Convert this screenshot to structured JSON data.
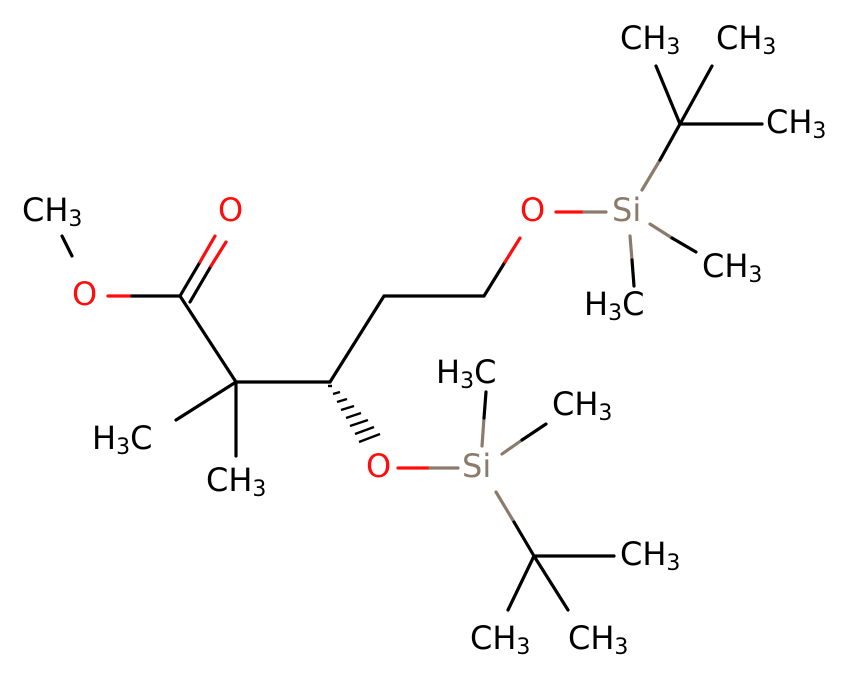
{
  "atoms": {
    "methoxy_ch3": {
      "main": "CH",
      "sub": "3"
    },
    "methoxy_o": {
      "text": "O"
    },
    "carbonyl_o": {
      "text": "O"
    },
    "ether_o_top": {
      "text": "O"
    },
    "si_top": {
      "text": "Si"
    },
    "ether_o_bottom": {
      "text": "O"
    },
    "si_bottom": {
      "text": "Si"
    },
    "tbu_top_me1": {
      "main": "CH",
      "sub": "3"
    },
    "tbu_top_me2": {
      "main": "CH",
      "sub": "3"
    },
    "tbu_top_me3": {
      "main": "CH",
      "sub": "3"
    },
    "si_top_me1": {
      "main": "CH",
      "sub": "3"
    },
    "si_top_me2": {
      "pre": "H",
      "sub": "3",
      "main": "C"
    },
    "gem_me1": {
      "pre": "H",
      "sub": "3",
      "main": "C"
    },
    "gem_me2": {
      "main": "CH",
      "sub": "3"
    },
    "si_bot_me1": {
      "pre": "H",
      "sub": "3",
      "main": "C"
    },
    "si_bot_me2": {
      "main": "CH",
      "sub": "3"
    },
    "tbu_bot_me1": {
      "main": "CH",
      "sub": "3"
    },
    "tbu_bot_me2": {
      "main": "CH",
      "sub": "3"
    },
    "tbu_bot_me3": {
      "main": "CH",
      "sub": "3"
    }
  },
  "colors": {
    "carbon": "#000000",
    "oxygen": "#ff0d0d",
    "silicon": "#8c7b6b"
  }
}
